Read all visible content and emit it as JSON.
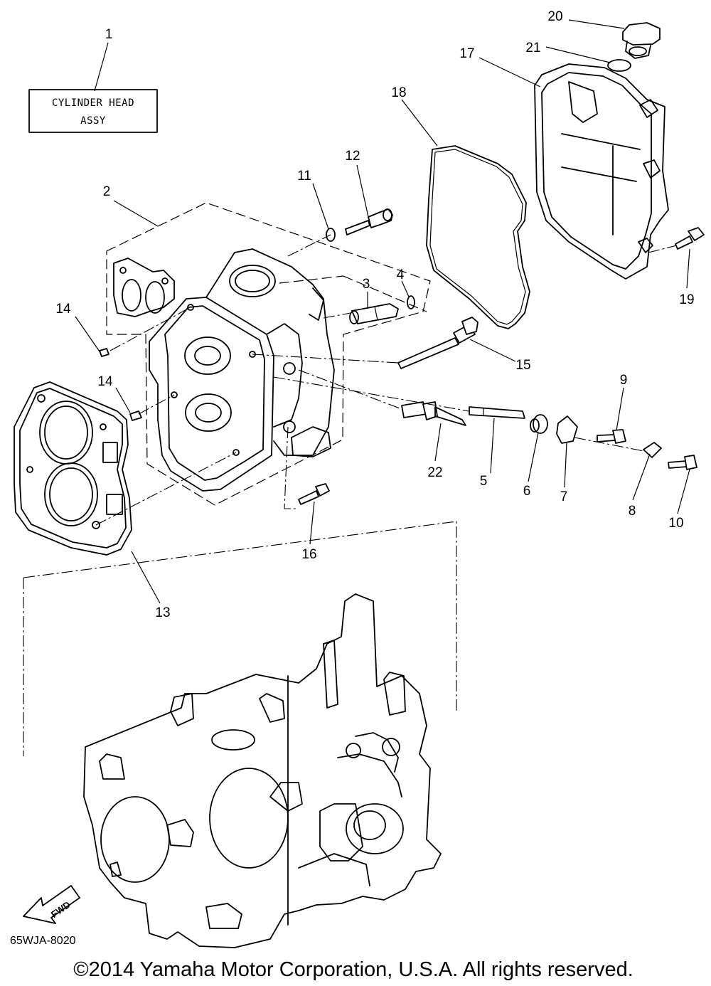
{
  "label_box": {
    "line1": "CYLINDER HEAD",
    "line2": "ASSY"
  },
  "callouts": {
    "c1": "1",
    "c2": "2",
    "c3": "3",
    "c4": "4",
    "c5": "5",
    "c6": "6",
    "c7": "7",
    "c8": "8",
    "c9": "9",
    "c10": "10",
    "c11": "11",
    "c12": "12",
    "c13": "13",
    "c14a": "14",
    "c14b": "14",
    "c15": "15",
    "c16": "16",
    "c17": "17",
    "c18": "18",
    "c19": "19",
    "c20": "20",
    "c21": "21",
    "c22": "22"
  },
  "fwd_label": "FWD",
  "diagram_code": "65WJA-8020",
  "copyright": "©2014 Yamaha Motor Corporation, U.S.A. All rights reserved."
}
